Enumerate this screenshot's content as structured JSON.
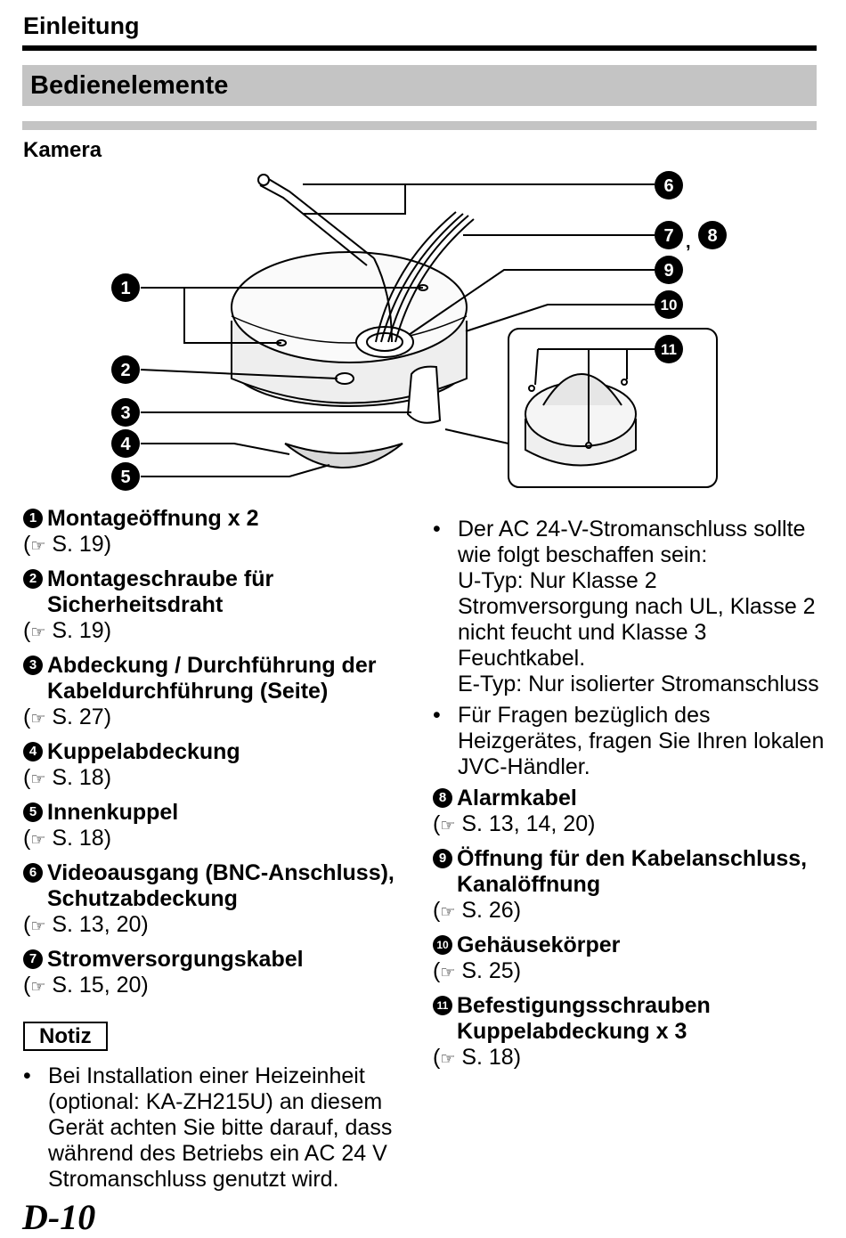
{
  "header": {
    "section": "Einleitung",
    "title": "Bedienelemente",
    "subtitle": "Kamera"
  },
  "diagram": {
    "callouts": [
      "1",
      "2",
      "3",
      "4",
      "5",
      "6",
      "7",
      "8",
      "9",
      "10",
      "11"
    ],
    "separator": ","
  },
  "ref_icon": "pointing-hand-icon",
  "items": [
    {
      "num": "1",
      "title": "Montageöffnung x 2",
      "ref": "S. 19)"
    },
    {
      "num": "2",
      "title": "Montageschraube für Sicherheitsdraht",
      "ref": "S. 19)"
    },
    {
      "num": "3",
      "title": "Abdeckung / Durchführung der Kabeldurchführung (Seite)",
      "ref": "S. 27)"
    },
    {
      "num": "4",
      "title": "Kuppelabdeckung",
      "ref": "S. 18)"
    },
    {
      "num": "5",
      "title": "Innenkuppel",
      "ref": "S. 18)"
    },
    {
      "num": "6",
      "title": "Videoausgang (BNC-Anschluss), Schutzabdeckung",
      "ref": "S. 13, 20)"
    },
    {
      "num": "7",
      "title": "Stromversorgungskabel",
      "ref": "S. 15, 20)"
    },
    {
      "num": "8",
      "title": "Alarmkabel",
      "ref": "S. 13, 14, 20)"
    },
    {
      "num": "9",
      "title": "Öffnung für den Kabelanschluss, Kanalöffnung",
      "ref": "S. 26)"
    },
    {
      "num": "10",
      "title": "Gehäusekörper",
      "ref": "S. 25)"
    },
    {
      "num": "11",
      "title": "Befestigungsschrauben Kuppelabdeckung x 3",
      "ref": "S. 18)"
    }
  ],
  "notiz": {
    "label": "Notiz",
    "bullets": [
      "Bei Installation einer Heizeinheit (optional: KA-ZH215U) an diesem Gerät achten Sie bitte darauf, dass während des Betriebs ein AC 24 V Stromanschluss genutzt wird.",
      "Der AC 24-V-Stromanschluss sollte wie folgt beschaffen sein:\nU-Typ: Nur Klasse 2 Stromversorgung nach UL, Klasse 2 nicht feucht und Klasse 3 Feuchtkabel.\nE-Typ: Nur isolierter Stromanschluss",
      "Für Fragen bezüglich des Heizgerätes, fragen Sie Ihren lokalen JVC-Händler."
    ]
  },
  "footer": {
    "page_number": "D-10"
  }
}
